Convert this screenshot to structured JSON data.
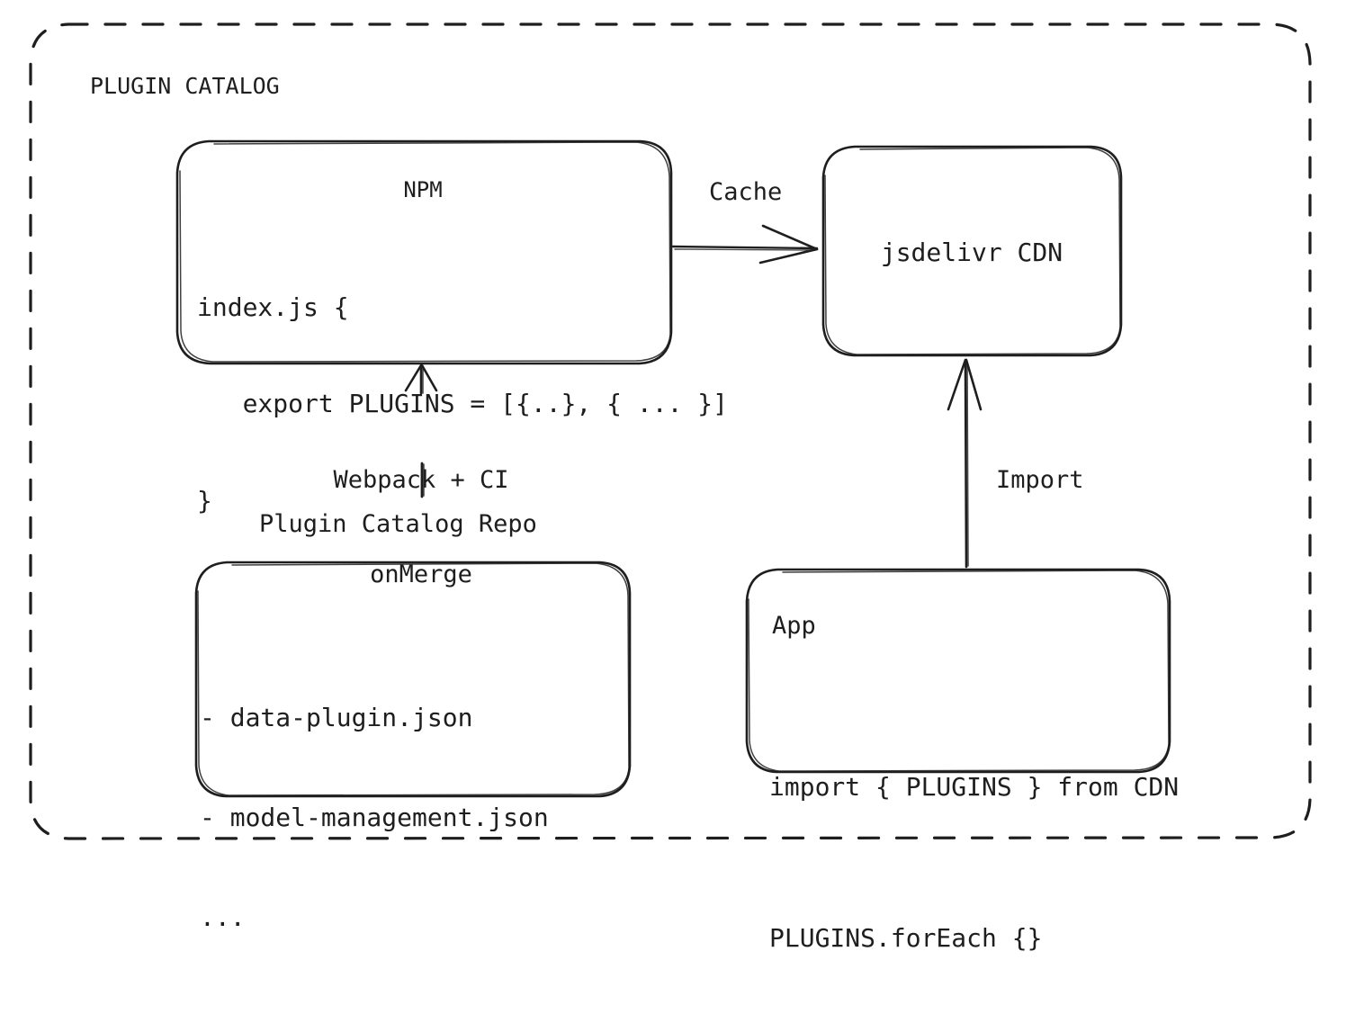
{
  "frame": {
    "title": "PLUGIN CATALOG",
    "border_style": "dashed",
    "stroke_color": "#1e1e1e",
    "background": "#ffffff"
  },
  "nodes": {
    "npm": {
      "title": "NPM",
      "code": [
        "index.js {",
        "   export PLUGINS = [{..}, { ... }]",
        "}"
      ]
    },
    "cdn": {
      "title": "jsdelivr CDN"
    },
    "repo": {
      "label": "Plugin Catalog Repo",
      "items": [
        "- data-plugin.json",
        "- model-management.json",
        "..."
      ]
    },
    "app": {
      "title": "App",
      "code": [
        "import { PLUGINS } from CDN",
        "PLUGINS.forEach {}"
      ]
    }
  },
  "edges": {
    "npm_to_cdn": {
      "label": "Cache"
    },
    "repo_to_npm": {
      "label_line1": "Webpack + CI",
      "label_line2": "onMerge"
    },
    "app_to_cdn": {
      "label": "Import"
    }
  }
}
